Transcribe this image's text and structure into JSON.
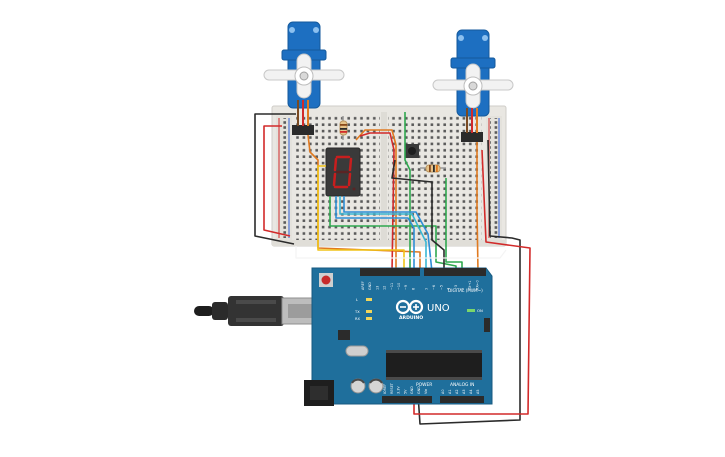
{
  "board": {
    "brand": "ARDUINO",
    "model": "UNO",
    "digital_header": "DIGITAL (PWM~)",
    "power_header": "POWER",
    "analog_header": "ANALOG IN",
    "on_label": "ON",
    "tx_label": "TX",
    "rx_label": "RX",
    "l_label": "L",
    "left_top_pins": [
      "AREF",
      "GND",
      "13",
      "12",
      "~11",
      "~10",
      "~9",
      "8"
    ],
    "right_top_pins": [
      "7",
      "~6",
      "~5",
      "4",
      "~3",
      "2",
      "TX→1",
      "RX←0"
    ],
    "power_pins": [
      "IOREF",
      "RESET",
      "3.3V",
      "5V",
      "GND",
      "GND",
      "Vin"
    ],
    "analog_pins": [
      "A0",
      "A1",
      "A2",
      "A3",
      "A4",
      "A5"
    ]
  },
  "display": {
    "digit": "0"
  },
  "colors": {
    "pcb": "#1f6f9c",
    "servo": "#1d6fc1",
    "breadboard": "#e9e7e2",
    "wire_red": "#d22a2a",
    "wire_black": "#2b2b2b",
    "wire_orange": "#e07a20",
    "wire_yellow": "#f0c419",
    "wire_green": "#2fa84f",
    "wire_blue": "#2e8fd6",
    "wire_cyan": "#39b7d4",
    "segment_on": "#c81e1e"
  }
}
